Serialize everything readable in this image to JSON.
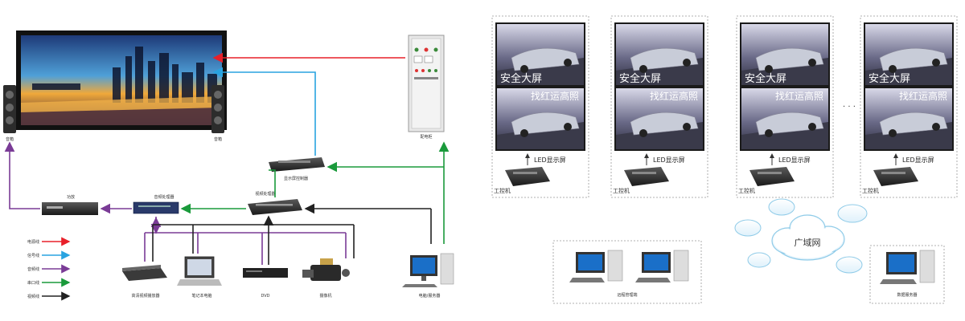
{
  "left": {
    "speaker_label": "音箱",
    "power_cabinet_label": "配电柜",
    "display_controller_label": "显示屏控制器",
    "video_processor_label": "视频处理器",
    "audio_processor_label": "音频处理器",
    "amplifier_label": "功放",
    "sources": [
      {
        "label": "高清视频播放器"
      },
      {
        "label": "笔记本电脑"
      },
      {
        "label": "DVD"
      },
      {
        "label": "摄像机"
      },
      {
        "label": "电脑/服务器"
      }
    ],
    "legend": [
      {
        "label": "电源线",
        "color": "#e8202a"
      },
      {
        "label": "信号线",
        "color": "#29a3e0"
      },
      {
        "label": "音频线",
        "color": "#7a3b96"
      },
      {
        "label": "串口线",
        "color": "#1a9a3b"
      },
      {
        "label": "视频线",
        "color": "#222222"
      }
    ]
  },
  "right": {
    "panel_caption": "LED显示屏",
    "panel_text_top": "安全大屏",
    "panel_text_bottom": "找红运高照",
    "controller_label": "工控机",
    "ellipsis": "· · ·",
    "cloud_label": "广域网",
    "remote_label": "远程管理端",
    "server_label": "数据服务器"
  },
  "colors": {
    "power": "#e8202a",
    "signal": "#29a3e0",
    "audio": "#7a3b96",
    "serial": "#1a9a3b",
    "video": "#222222"
  }
}
